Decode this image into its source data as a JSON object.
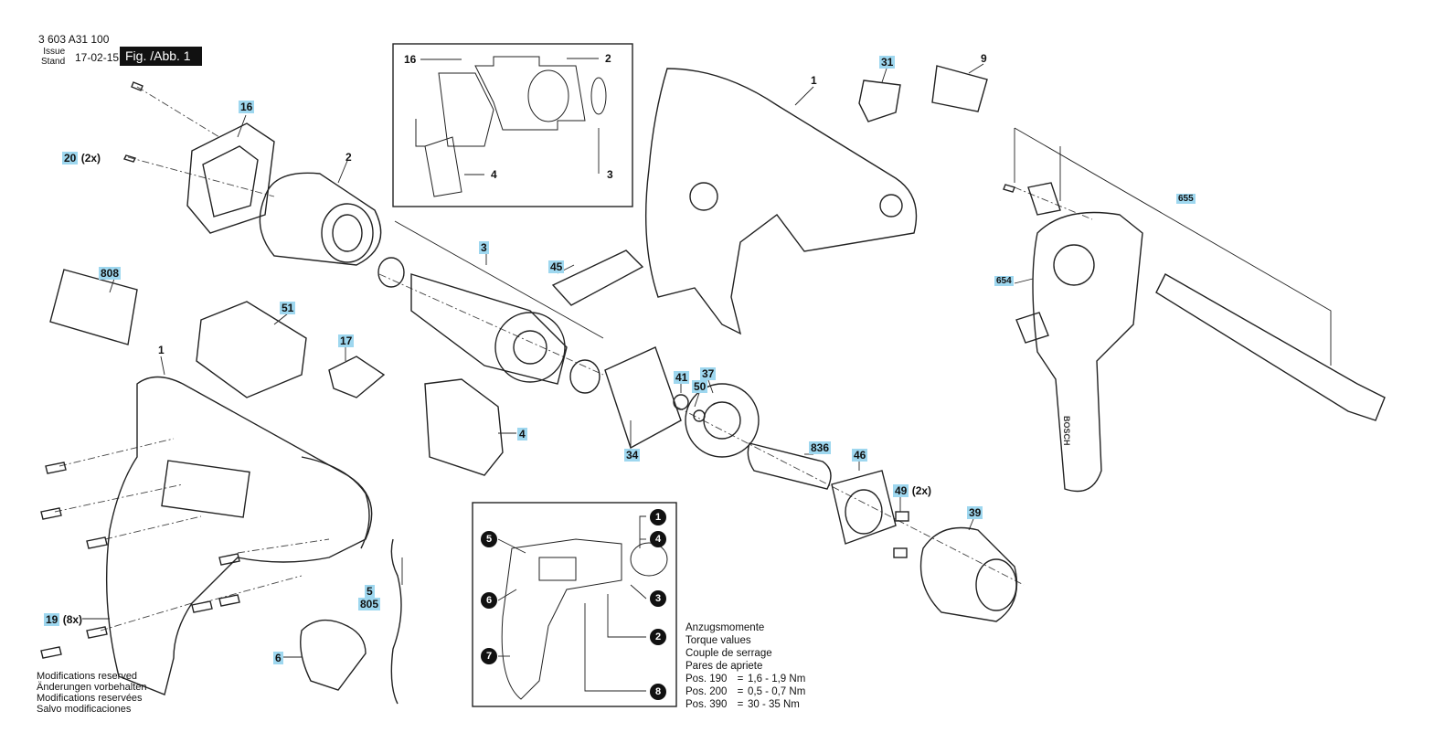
{
  "header": {
    "part_number": "3 603 A31 100",
    "issue_label_en": "Issue",
    "issue_label_de": "Stand",
    "date": "17-02-15",
    "figure": "Fig. /Abb. 1"
  },
  "callouts": {
    "c16": "16",
    "c20": "20",
    "c20_qty": "(2x)",
    "c2": "2",
    "c808": "808",
    "c51": "51",
    "c17": "17",
    "c1a": "1",
    "c3": "3",
    "c45": "45",
    "c4": "4",
    "c34": "34",
    "c41": "41",
    "c50": "50",
    "c37": "37",
    "c836": "836",
    "c46": "46",
    "c49": "49",
    "c49_qty": "(2x)",
    "c39": "39",
    "c31": "31",
    "c9": "9",
    "c1b": "1",
    "c655": "655",
    "c654": "654",
    "c19": "19",
    "c19_qty": "(8x)",
    "c6": "6",
    "c5": "5",
    "c805": "805",
    "inset_16": "16",
    "inset_2": "2",
    "inset_4": "4",
    "inset_3": "3"
  },
  "legend_numbers": [
    "1",
    "4",
    "3",
    "2",
    "8",
    "5",
    "6",
    "7"
  ],
  "torque": {
    "heading": [
      "Anzugsmomente",
      "Torque values",
      "Couple de serrage",
      "Pares de apriete"
    ],
    "rows": [
      {
        "pos": "Pos. 190",
        "eq": "=",
        "value": "1,6 - 1,9 Nm"
      },
      {
        "pos": "Pos. 200",
        "eq": "=",
        "value": "0,5 - 0,7 Nm"
      },
      {
        "pos": "Pos. 390",
        "eq": "=",
        "value": "30 - 35 Nm"
      }
    ]
  },
  "footer": [
    "Modifications reserved",
    "Änderungen vorbehalten",
    "Modifications reservées",
    "Salvo modificaciones"
  ],
  "colors": {
    "highlight": "#9ed7ef",
    "ink": "#111111"
  },
  "brand_on_handle": "BOSCH"
}
